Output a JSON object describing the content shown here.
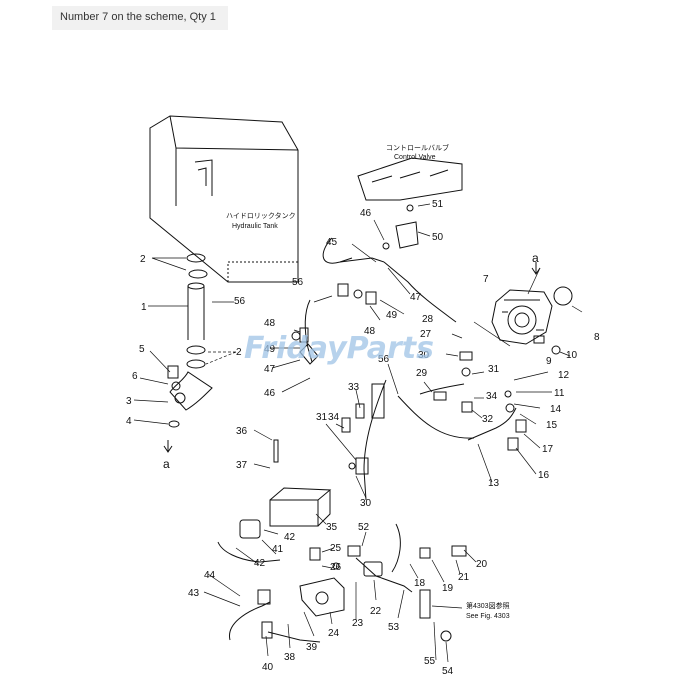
{
  "caption": "Number 7 on the scheme, Qty 1",
  "watermark": "FridayParts",
  "view_marker": "a",
  "labels": {
    "tank_jp": "ハイドロリックタンク",
    "tank_en": "Hydraulic Tank",
    "valve_jp": "コントロールバルブ",
    "valve_en": "Control Valve",
    "see_fig_jp": "第4303図参照",
    "see_fig_en": "See Fig. 4303"
  },
  "callouts": [
    "1",
    "2",
    "2",
    "3",
    "4",
    "5",
    "6",
    "7",
    "8",
    "9",
    "10",
    "11",
    "12",
    "13",
    "14",
    "15",
    "16",
    "17",
    "20",
    "21",
    "18",
    "19",
    "22",
    "23",
    "24",
    "25",
    "26",
    "29",
    "28",
    "27",
    "30",
    "30",
    "31",
    "31",
    "32",
    "33",
    "34",
    "34",
    "35",
    "36",
    "37",
    "38",
    "39",
    "40",
    "41",
    "42",
    "42",
    "43",
    "44",
    "45",
    "46",
    "46",
    "47",
    "47",
    "48",
    "48",
    "49",
    "49",
    "50",
    "51",
    "52",
    "53",
    "54",
    "55",
    "56",
    "56",
    "56"
  ]
}
